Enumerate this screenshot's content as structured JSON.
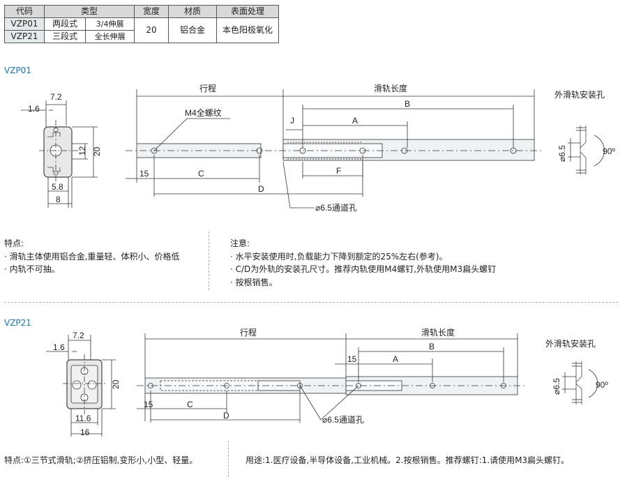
{
  "spec_table": {
    "headers": {
      "code": "代码",
      "type": "类型",
      "width": "宽度",
      "material": "材质",
      "surface": "表面处理"
    },
    "rows": [
      {
        "code": "VZP01",
        "stage": "两段式",
        "ext": "3/4伸展"
      },
      {
        "code": "VZP21",
        "stage": "三段式",
        "ext": "全长伸展"
      }
    ],
    "width_value": "20",
    "material_value": "铝合金",
    "surface_value": "本色阳极氧化"
  },
  "vzp01": {
    "title": "VZP01",
    "labels": {
      "d72": "7.2",
      "d16": "1.6",
      "d12": "12",
      "d20": "20",
      "d58": "5.8",
      "d8": "8",
      "stroke": "行程",
      "rail_len": "滑轨长度",
      "m4": "M4全螺纹",
      "j": "J",
      "a": "A",
      "b": "B",
      "d15": "15",
      "c": "C",
      "d": "D",
      "f": "F",
      "hole": "⌀6.5通道孔",
      "outer_hole": "外滑轨安装孔",
      "d65": "⌀6.5",
      "deg90": "90º"
    },
    "features_title": "特点:",
    "features": [
      "· 滑轨主体使用铝合金,重量轻、体积小、价格低",
      "· 内轨不可抽。"
    ],
    "notes_title": "注意:",
    "notes": [
      "· 水平安装使用时,负载能力下降到额定的25%左右(参考)。",
      "· C/D为外轨的安装孔尺寸。推荐内轨使用M4螺钉,外轨使用M3扁头螺钉",
      "· 按根销售。"
    ]
  },
  "vzp21": {
    "title": "VZP21",
    "labels": {
      "d72": "7.2",
      "d16": "1.6",
      "d20": "20",
      "d116": "11.6",
      "d16b": "16",
      "stroke": "行程",
      "rail_len": "滑轨长度",
      "b": "B",
      "d15a": "15",
      "a": "A",
      "d15": "15",
      "c": "C",
      "d": "D",
      "hole": "⌀6.5通道孔",
      "outer_hole": "外滑轨安装孔",
      "d65": "⌀6.5",
      "deg90": "90º"
    },
    "features": "特点:①三节式滑轨;②挤压铝制,变形小,小型、轻量。",
    "usage": "用途:1.医疗设备,半导体设备,工业机械。2.按根销售。推荐螺钉:1.请使用M3扁头螺钉。"
  }
}
